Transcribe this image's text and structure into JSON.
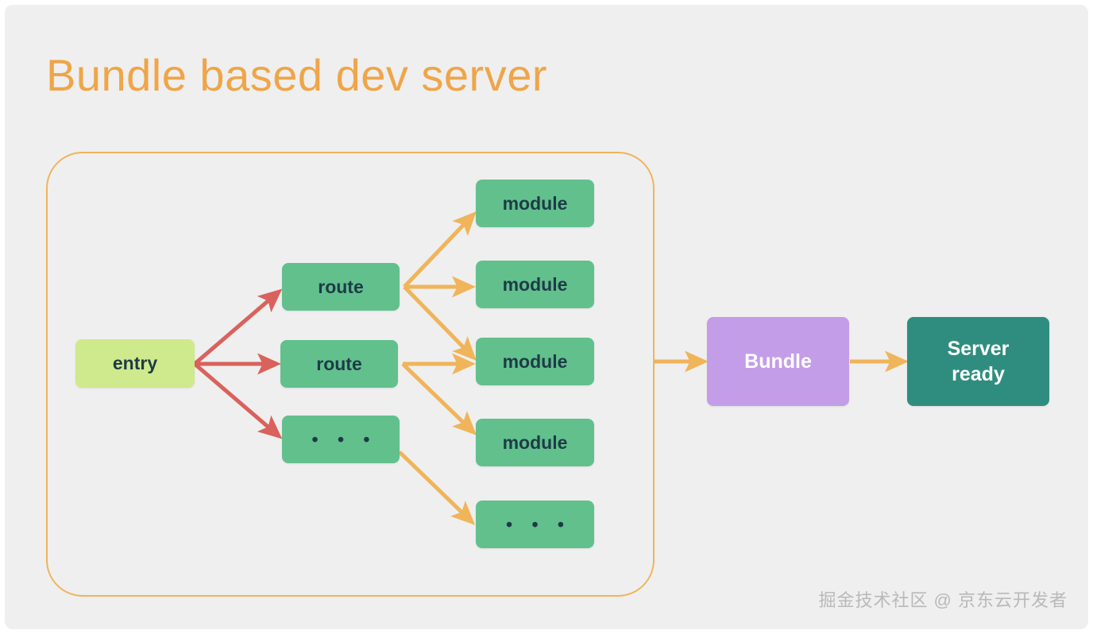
{
  "page": {
    "title": "Bundle based dev server",
    "title_color": "#efa548",
    "canvas_bg": "#efefef",
    "watermark": "掘金技术社区 @ 京东云开发者"
  },
  "colors": {
    "green_node": "#62c08d",
    "entry_node": "#cfe98d",
    "bundle_node": "#c49de8",
    "server_node": "#2f8d7f",
    "red_arrow": "#d9625c",
    "orange_arrow": "#f0b45a",
    "group_border": "#f0b45a",
    "node_text_dark": "#1d3b46",
    "node_text_light": "#ffffff"
  },
  "diagram": {
    "type": "flow-diagram",
    "group_label": "bundle-graph-group",
    "nodes": {
      "entry": {
        "label": "entry"
      },
      "route_1": {
        "label": "route"
      },
      "route_2": {
        "label": "route"
      },
      "route_more": {
        "label": "• • •"
      },
      "module_1": {
        "label": "module"
      },
      "module_2": {
        "label": "module"
      },
      "module_3": {
        "label": "module"
      },
      "module_4": {
        "label": "module"
      },
      "module_more": {
        "label": "• • •"
      },
      "bundle": {
        "label": "Bundle"
      },
      "server": {
        "label_line1": "Server",
        "label_line2": "ready"
      }
    },
    "edges": [
      {
        "from": "entry",
        "to": "route_1",
        "color": "#d9625c"
      },
      {
        "from": "entry",
        "to": "route_2",
        "color": "#d9625c"
      },
      {
        "from": "entry",
        "to": "route_more",
        "color": "#d9625c"
      },
      {
        "from": "route_1",
        "to": "module_1",
        "color": "#f0b45a"
      },
      {
        "from": "route_1",
        "to": "module_2",
        "color": "#f0b45a"
      },
      {
        "from": "route_2",
        "to": "module_3",
        "color": "#f0b45a"
      },
      {
        "from": "route_2",
        "to": "module_4",
        "color": "#f0b45a"
      },
      {
        "from": "route_more",
        "to": "module_more",
        "color": "#f0b45a"
      },
      {
        "from": "group",
        "to": "bundle",
        "color": "#f0b45a"
      },
      {
        "from": "bundle",
        "to": "server",
        "color": "#f0b45a"
      }
    ]
  }
}
